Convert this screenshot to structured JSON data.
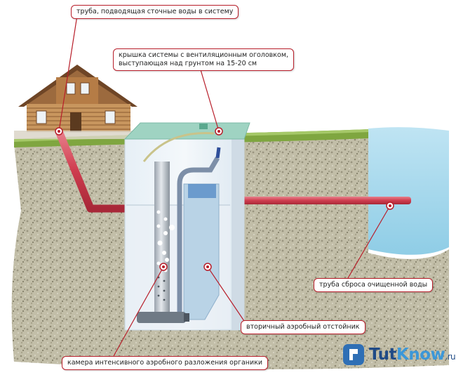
{
  "labels": {
    "inlet_pipe": "труба, подводящая сточные воды в систему",
    "lid_line1": "крышка системы с вентиляционным оголовком,",
    "lid_line2": "выступающая над грунтом на 15-20 см",
    "outlet_pipe": "труба сброса очищенной воды",
    "secondary_settler": "вторичный аэробный отстойник",
    "aeration_chamber": "камера интенсивного аэробного разложения органики"
  },
  "brand": {
    "part1": "Tut",
    "part2": "Know",
    "part3": ".ru"
  },
  "colors": {
    "callout_line": "#b81e2a",
    "pipe": "#d9485a",
    "water_body": "#a7d9ee",
    "soil": "#c5c1ad",
    "grass": "#7fa640",
    "tank_glass": "#dbe8f2"
  }
}
